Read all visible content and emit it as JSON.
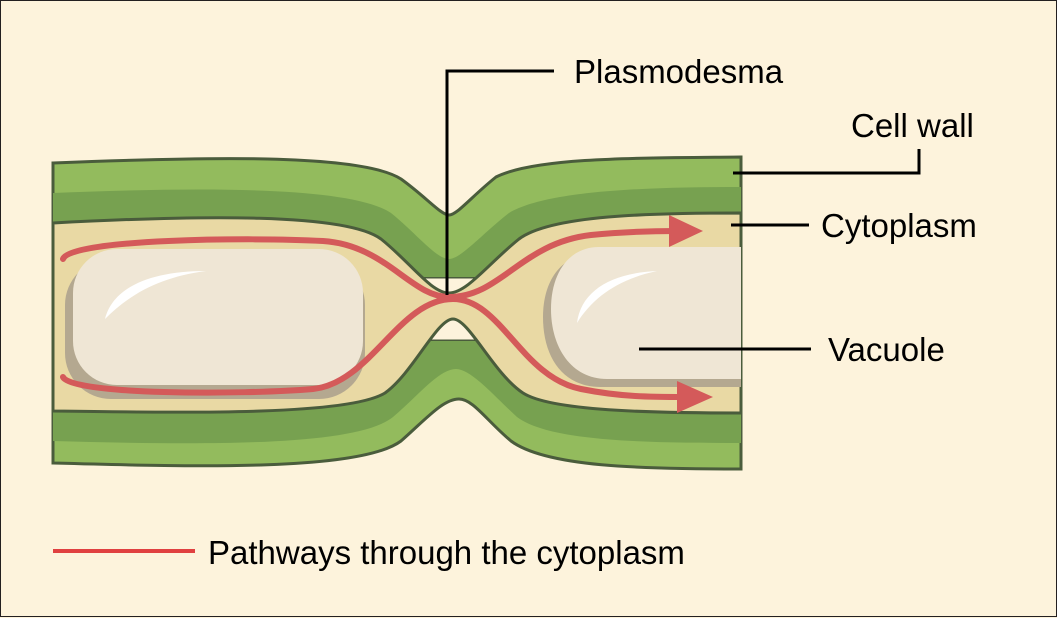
{
  "labels": {
    "plasmodesma": "Plasmodesma",
    "cell_wall": "Cell wall",
    "cytoplasm": "Cytoplasm",
    "vacuole": "Vacuole"
  },
  "legend": {
    "pathway": "Pathways through the cytoplasm"
  },
  "colors": {
    "background": "#fdf3dc",
    "cell_wall_light": "#93bb5d",
    "cell_wall_dark": "#77a150",
    "cytoplasm": "#e9d9a4",
    "vacuole": "#efe6d5",
    "vacuole_shadow": "#b4a890",
    "pathway": "#d45a5a",
    "outline": "#4a5c3c"
  }
}
